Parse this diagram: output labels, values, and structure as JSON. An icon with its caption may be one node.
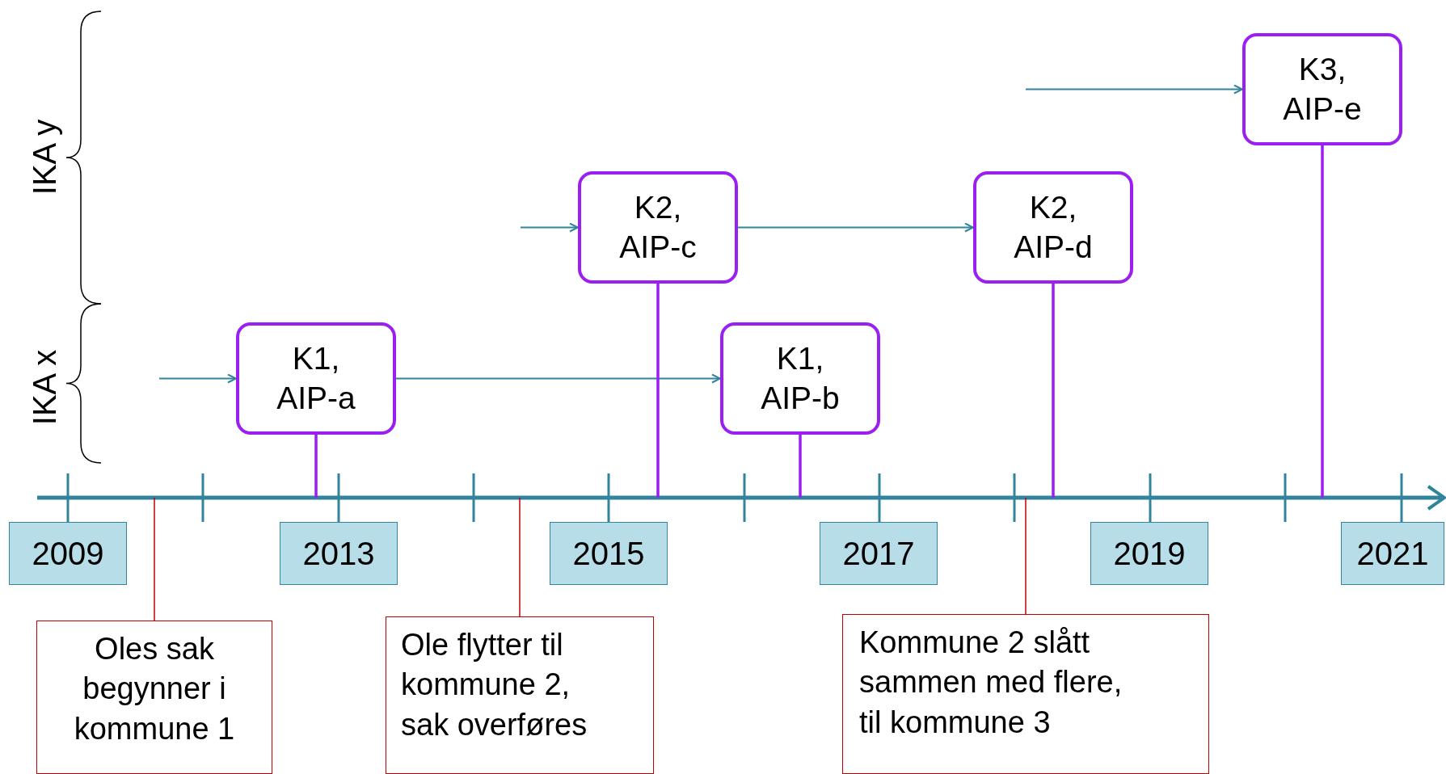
{
  "diagram": {
    "nodes": [
      {
        "text": [
          "K1, AIP-a"
        ]
      },
      {
        "text": [
          "K2, AIP-c"
        ]
      },
      {
        "text": [
          "K1, AIP-b"
        ]
      },
      {
        "text": [
          "K2, AIP-d"
        ]
      },
      {
        "text": [
          "K3, AIP-e"
        ]
      },
      {
        "text": [],
        "shape": "bar"
      },
      {
        "text": [
          "2009"
        ]
      },
      {
        "text": [
          "2013"
        ]
      },
      {
        "text": [
          "2015"
        ]
      },
      {
        "text": [
          "2017"
        ]
      },
      {
        "text": [
          "2019"
        ]
      },
      {
        "text": [
          "2021"
        ]
      },
      {
        "text": [
          "Oles sak begynner i kommune 1"
        ]
      },
      {
        "text": [
          "Ole flytter til kommune 2, sak overføres"
        ]
      },
      {
        "text": [
          "Kommune 2 slått sammen med flere, til kommune 3"
        ]
      }
    ],
    "edges": [
      {
        "from": null,
        "to": 0,
        "arrow": "to"
      },
      {
        "from": 0,
        "to": 2,
        "arrow": "to"
      },
      {
        "from": null,
        "to": 1,
        "arrow": "to"
      },
      {
        "from": 1,
        "to": 3,
        "arrow": "to"
      },
      {
        "from": null,
        "to": 4,
        "arrow": "to"
      },
      {
        "from": 0,
        "to": 5,
        "arrow": "none",
        "color": "#9b1ff0"
      },
      {
        "from": 1,
        "to": 5,
        "arrow": "none",
        "color": "#9b1ff0"
      },
      {
        "from": 2,
        "to": 5,
        "arrow": "none",
        "color": "#9b1ff0"
      },
      {
        "from": 3,
        "to": 5,
        "arrow": "none",
        "color": "#9b1ff0"
      },
      {
        "from": 4,
        "to": 5,
        "arrow": "none",
        "color": "#9b1ff0"
      },
      {
        "from": 12,
        "to": 5,
        "arrow": "none",
        "color": "#c00000"
      },
      {
        "from": 13,
        "to": 5,
        "arrow": "none",
        "color": "#c00000"
      },
      {
        "from": 14,
        "to": 5,
        "arrow": "none",
        "color": "#c00000"
      }
    ],
    "labels": [
      "IKA y",
      "IKA x"
    ]
  }
}
